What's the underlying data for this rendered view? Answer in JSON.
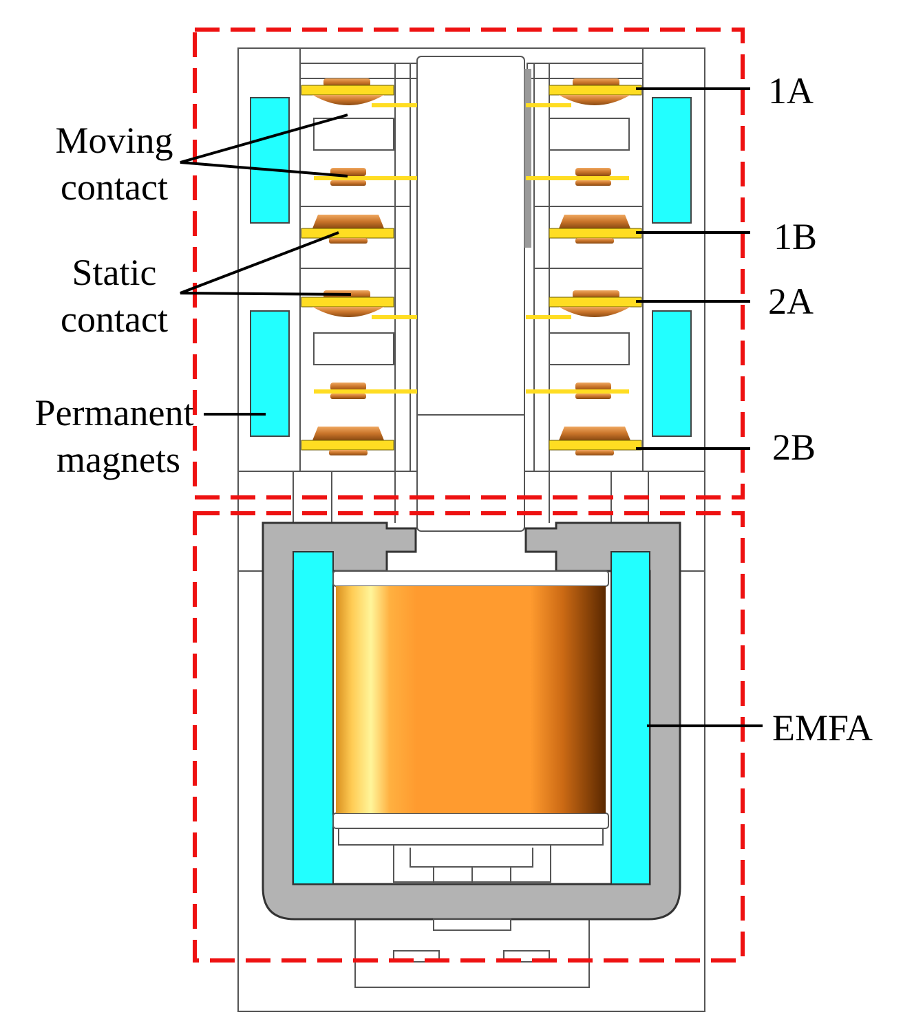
{
  "labels": {
    "moving_contact": [
      "Moving",
      "contact"
    ],
    "static_contact": [
      "Static",
      "contact"
    ],
    "permanent_magnets": [
      "Permanent",
      "magnets"
    ],
    "contact_1a": "1A",
    "contact_1b": "1B",
    "contact_2a": "2A",
    "contact_2b": "2B",
    "emfa": "EMFA"
  },
  "colors": {
    "region_border": "#ee1111",
    "magnet": "#22ffff",
    "yoke": "#b3b3b3",
    "coil": "#ff9933",
    "contact_bar": "#ffdd22",
    "contact_button": "#c9742a",
    "leader_line": "#000000"
  }
}
